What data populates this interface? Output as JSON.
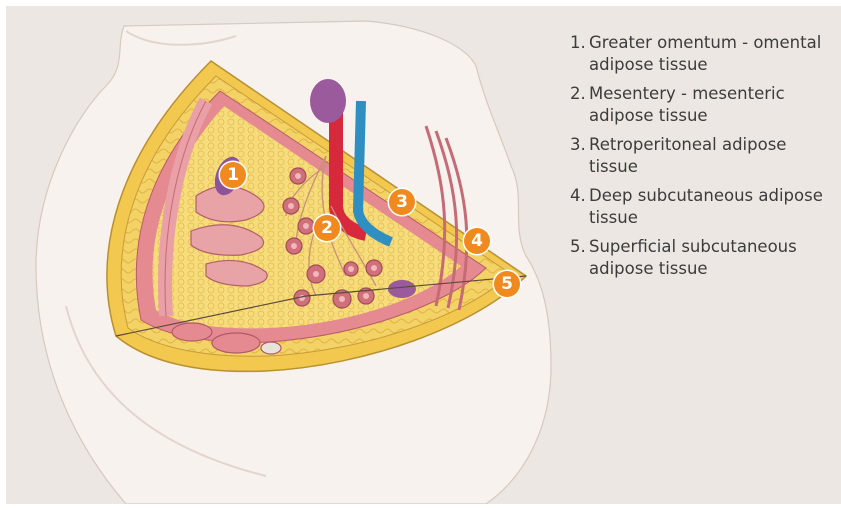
{
  "markers": [
    {
      "id": "1",
      "name": "greater-omentum"
    },
    {
      "id": "2",
      "name": "mesentery"
    },
    {
      "id": "3",
      "name": "retroperitoneal"
    },
    {
      "id": "4",
      "name": "deep-subcutaneous"
    },
    {
      "id": "5",
      "name": "superficial-subcutaneous"
    }
  ],
  "legend": [
    {
      "num": "1.",
      "label": "Greater omentum - omental adipose tissue"
    },
    {
      "num": "2.",
      "label": "Mesentery - mesenteric adipose tissue"
    },
    {
      "num": "3.",
      "label": "Retroperitoneal adipose tissue"
    },
    {
      "num": "4.",
      "label": "Deep subcutaneous adipose tissue"
    },
    {
      "num": "5.",
      "label": "Superficial subcutaneous adipose tissue"
    }
  ],
  "colors": {
    "background": "#ece7e2",
    "skin": "#f7f2ee",
    "fat": "#f2cf5c",
    "muscle": "#e58a91",
    "marker": "#f08a1f",
    "artery": "#d8283b",
    "vein": "#2f8fc0"
  }
}
